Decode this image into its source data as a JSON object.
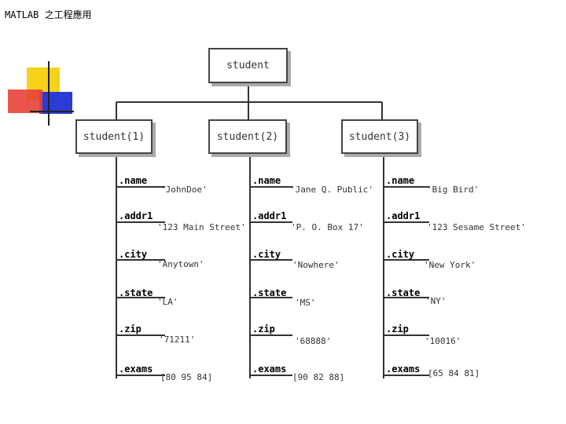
{
  "header": {
    "title": "MATLAB 之工程應用"
  },
  "colors": {
    "logo_yellow": "#f6d21a",
    "logo_red": "#e8433a",
    "logo_blue": "#2b3bd6",
    "box_border": "#444444",
    "line": "#333333"
  },
  "root": {
    "label": "student"
  },
  "students": [
    {
      "label": "student(1)",
      "fields": [
        {
          "name": ".name",
          "value": "'JohnDoe'"
        },
        {
          "name": ".addr1",
          "value": "'123 Main Street'"
        },
        {
          "name": ".city",
          "value": "'Anytown'"
        },
        {
          "name": ".state",
          "value": "'LA'"
        },
        {
          "name": ".zip",
          "value": "'71211'"
        },
        {
          "name": ".exams",
          "value": "[80 95 84]"
        }
      ]
    },
    {
      "label": "student(2)",
      "fields": [
        {
          "name": ".name",
          "value": "'Jane Q. Public'"
        },
        {
          "name": ".addr1",
          "value": "'P. O. Box 17'"
        },
        {
          "name": ".city",
          "value": "'Nowhere'"
        },
        {
          "name": ".state",
          "value": "'MS'"
        },
        {
          "name": ".zip",
          "value": "'68888'"
        },
        {
          "name": ".exams",
          "value": "[90 82 88]"
        }
      ]
    },
    {
      "label": "student(3)",
      "fields": [
        {
          "name": ".name",
          "value": "'Big Bird'"
        },
        {
          "name": ".addr1",
          "value": "'123 Sesame Street'"
        },
        {
          "name": ".city",
          "value": "'New York'"
        },
        {
          "name": ".state",
          "value": "'NY'"
        },
        {
          "name": ".zip",
          "value": "'10016'"
        },
        {
          "name": ".exams",
          "value": "[65 84 81]"
        }
      ]
    }
  ]
}
